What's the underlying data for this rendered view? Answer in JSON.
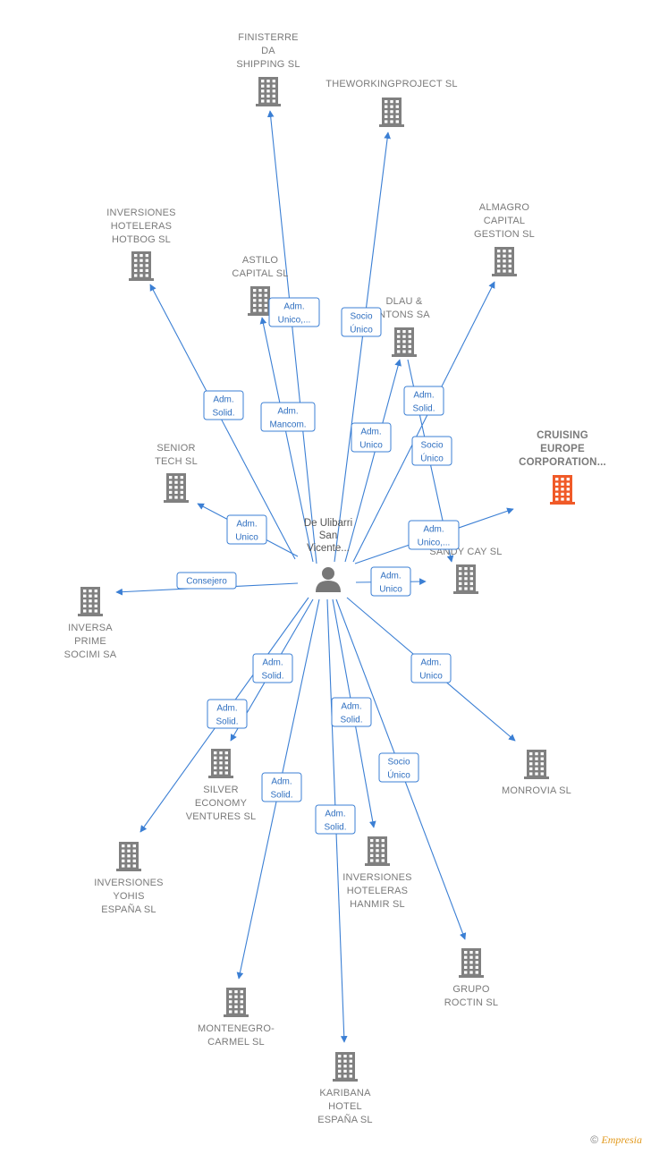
{
  "colors": {
    "edge": "#3b7fd4",
    "building": "#808080",
    "building_highlight": "#f05a28"
  },
  "person": {
    "name_lines": [
      "De Ulibarri",
      "San",
      "Vicente..."
    ],
    "icon": "person-icon"
  },
  "companies": [
    {
      "id": "finisterre",
      "lines": [
        "FINISTERRE",
        "DA",
        "SHIPPING  SL"
      ],
      "icon": "building-icon"
    },
    {
      "id": "theworking",
      "lines": [
        "THEWORKINGPROJECT SL"
      ],
      "icon": "building-icon"
    },
    {
      "id": "hotbog",
      "lines": [
        "INVERSIONES",
        "HOTELERAS",
        "HOTBOG  SL"
      ],
      "icon": "building-icon"
    },
    {
      "id": "almagro",
      "lines": [
        "ALMAGRO",
        "CAPITAL",
        "GESTION  SL"
      ],
      "icon": "building-icon"
    },
    {
      "id": "astilo",
      "lines": [
        "ASTILO",
        "CAPITAL  SL"
      ],
      "icon": "building-icon"
    },
    {
      "id": "dlau",
      "lines": [
        "DLAU &",
        "NTONS SA"
      ],
      "icon": "building-icon"
    },
    {
      "id": "cruising",
      "lines": [
        "CRUISING",
        "EUROPE",
        "CORPORATION..."
      ],
      "icon": "building-icon",
      "highlight": true
    },
    {
      "id": "senior",
      "lines": [
        "SENIOR",
        "TECH  SL"
      ],
      "icon": "building-icon"
    },
    {
      "id": "sandy",
      "lines": [
        "SANDY CAY  SL"
      ],
      "icon": "building-icon"
    },
    {
      "id": "inversa",
      "lines": [
        "INVERSA",
        "PRIME",
        "SOCIMI SA"
      ],
      "icon": "building-icon"
    },
    {
      "id": "silver",
      "lines": [
        "SILVER",
        "ECONOMY",
        "VENTURES  SL"
      ],
      "icon": "building-icon"
    },
    {
      "id": "monrovia",
      "lines": [
        "MONROVIA SL"
      ],
      "icon": "building-icon"
    },
    {
      "id": "yohis",
      "lines": [
        "INVERSIONES",
        "YOHIS",
        "ESPAÑA  SL"
      ],
      "icon": "building-icon"
    },
    {
      "id": "hanmir",
      "lines": [
        "INVERSIONES",
        "HOTELERAS",
        "HANMIR  SL"
      ],
      "icon": "building-icon"
    },
    {
      "id": "roctin",
      "lines": [
        "GRUPO",
        "ROCTIN  SL"
      ],
      "icon": "building-icon"
    },
    {
      "id": "montenegro",
      "lines": [
        "MONTENEGRO-",
        "CARMEL  SL"
      ],
      "icon": "building-icon"
    },
    {
      "id": "karibana",
      "lines": [
        "KARIBANA",
        "HOTEL",
        "ESPAÑA  SL"
      ],
      "icon": "building-icon"
    }
  ],
  "relations": [
    {
      "target": "finisterre",
      "lines": [
        "Adm.",
        "Unico,..."
      ]
    },
    {
      "target": "theworking",
      "lines": [
        "Socio",
        "Único"
      ]
    },
    {
      "target": "hotbog",
      "lines": [
        "Adm.",
        "Solid."
      ]
    },
    {
      "target": "astilo",
      "lines": [
        "Adm.",
        "Mancom."
      ]
    },
    {
      "target": "dlau",
      "lines": [
        "Adm.",
        "Unico"
      ]
    },
    {
      "target": "almagro",
      "lines": [
        "Adm.",
        "Solid."
      ]
    },
    {
      "target": "sandy",
      "lines": [
        "Socio",
        "Único"
      ]
    },
    {
      "target": "cruising",
      "lines": [
        "Adm.",
        "Unico,..."
      ]
    },
    {
      "target": "senior",
      "lines": [
        "Adm.",
        "Unico"
      ]
    },
    {
      "target": "sandy",
      "lines": [
        "Adm.",
        "Unico"
      ]
    },
    {
      "target": "inversa",
      "lines": [
        "Consejero"
      ]
    },
    {
      "target": "silver",
      "lines": [
        "Adm.",
        "Solid."
      ]
    },
    {
      "target": "yohis",
      "lines": [
        "Adm.",
        "Solid."
      ]
    },
    {
      "target": "monrovia",
      "lines": [
        "Adm.",
        "Unico"
      ]
    },
    {
      "target": "hanmir",
      "lines": [
        "Adm.",
        "Solid."
      ]
    },
    {
      "target": "roctin",
      "lines": [
        "Socio",
        "Único"
      ]
    },
    {
      "target": "montenegro",
      "lines": [
        "Adm.",
        "Solid."
      ]
    },
    {
      "target": "karibana",
      "lines": [
        "Adm.",
        "Solid."
      ]
    }
  ],
  "footer": {
    "copyright": "©",
    "brand": "Empresia"
  }
}
